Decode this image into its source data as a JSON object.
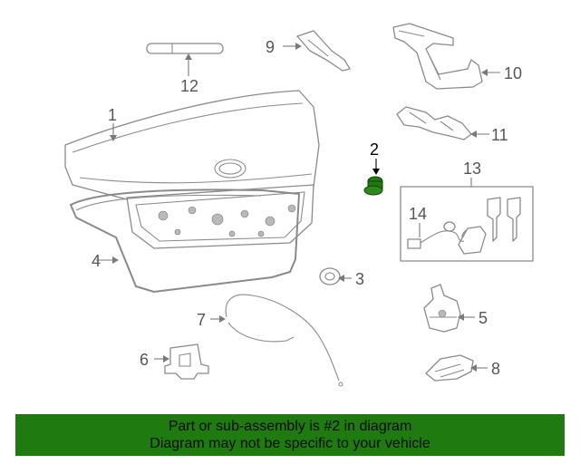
{
  "diagram": {
    "callouts": [
      "1",
      "2",
      "3",
      "4",
      "5",
      "6",
      "7",
      "8",
      "9",
      "10",
      "11",
      "12",
      "13",
      "14"
    ],
    "highlighted_part": "2"
  },
  "banner": {
    "line1": "Part or sub-assembly is #2 in diagram",
    "line2": "Diagram may not be specific to your vehicle",
    "color": "#1f7a10"
  }
}
